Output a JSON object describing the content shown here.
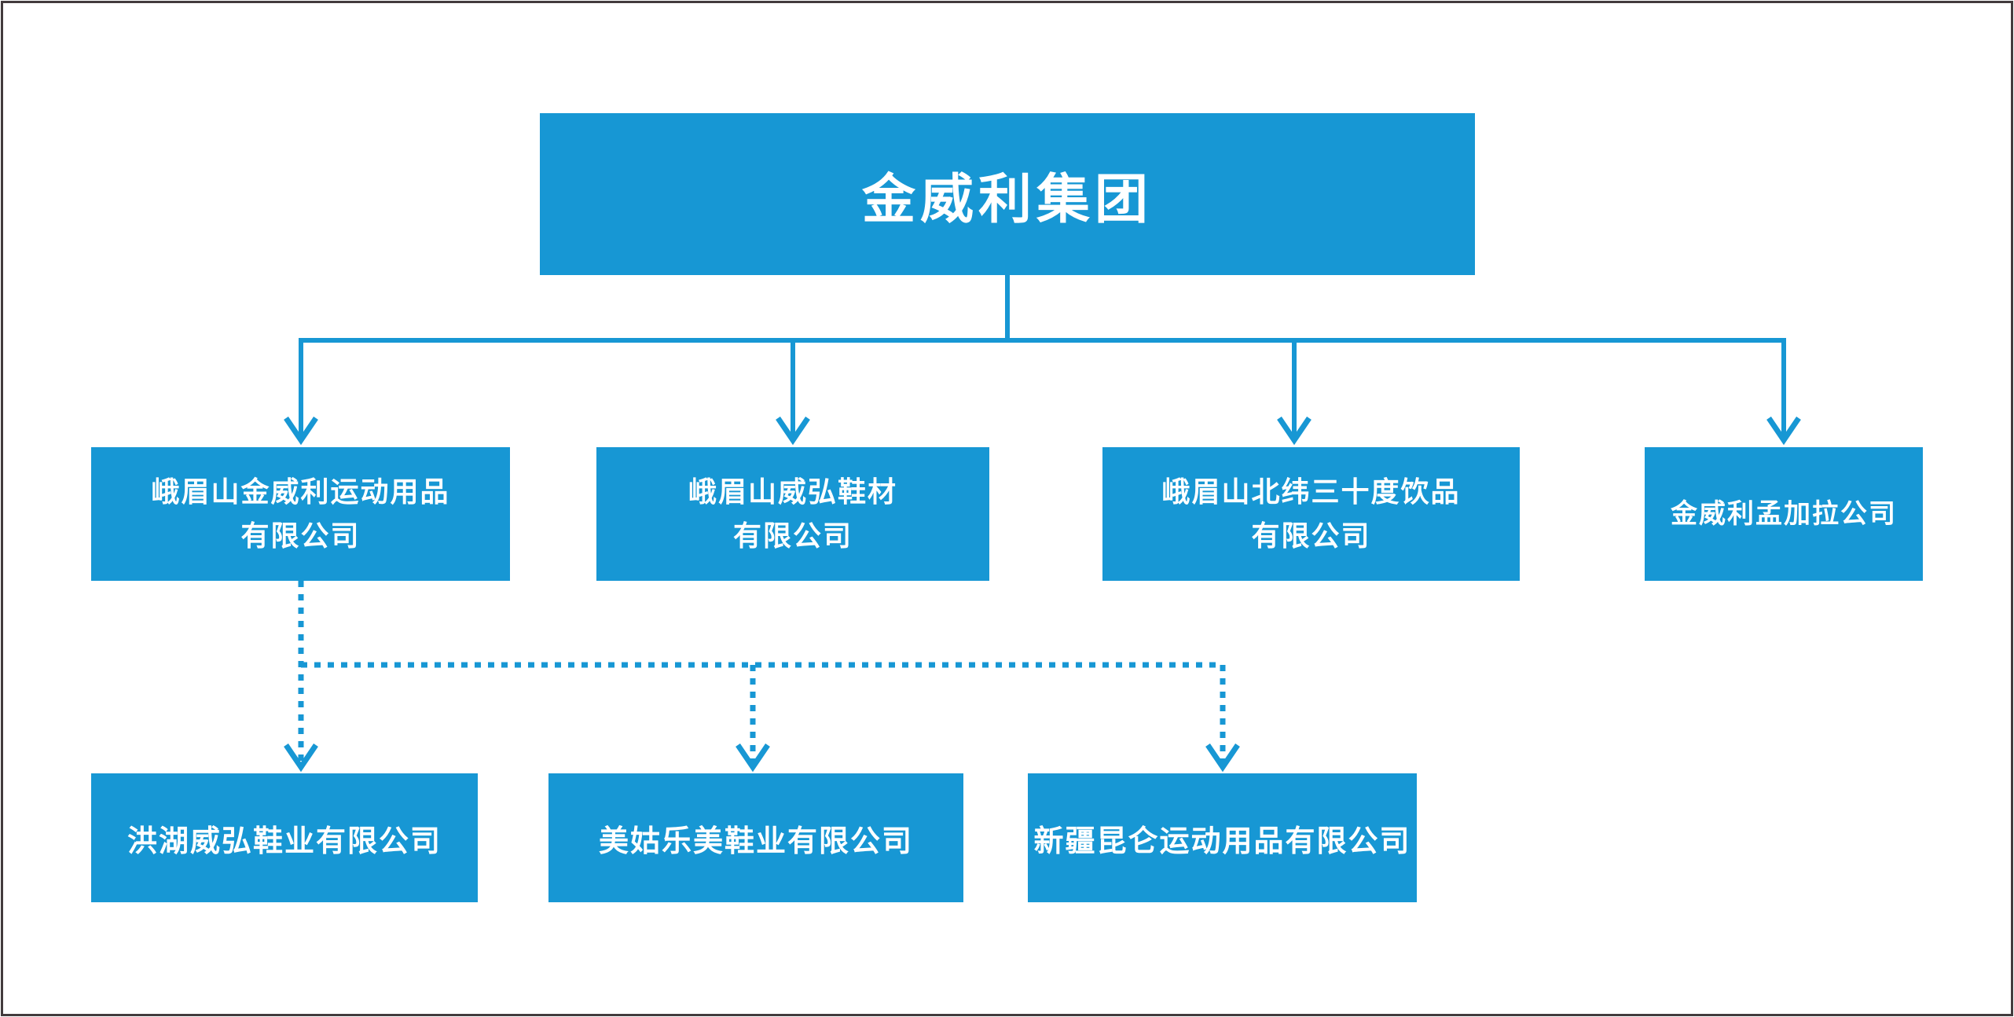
{
  "org_chart": {
    "root": {
      "name": "金威利集团"
    },
    "subsidiaries": [
      {
        "name": "峨眉山金威利运动用品\n有限公司"
      },
      {
        "name": "峨眉山威弘鞋材\n有限公司"
      },
      {
        "name": "峨眉山北纬三十度饮品\n有限公司"
      },
      {
        "name": "金威利孟加拉公司"
      }
    ],
    "sub_subsidiaries": [
      {
        "name": "洪湖威弘鞋业有限公司"
      },
      {
        "name": "美姑乐美鞋业有限公司"
      },
      {
        "name": "新疆昆仑运动用品有限公司"
      }
    ],
    "connection_styles": {
      "root_to_subsidiaries": "solid-arrow",
      "subsidiary1_to_sub_subsidiaries": "dotted-arrow"
    },
    "colors": {
      "box_fill": "#1797d4",
      "box_text": "#ffffff",
      "connector": "#1797d4",
      "frame_border": "#423b3d",
      "background": "#ffffff"
    }
  }
}
